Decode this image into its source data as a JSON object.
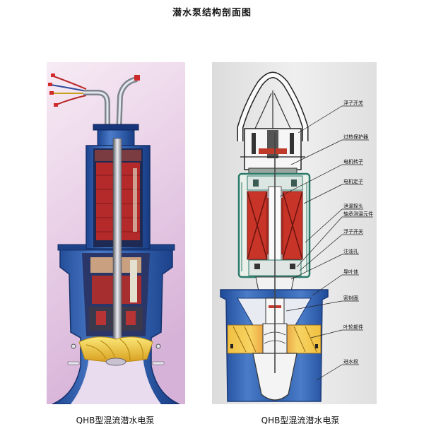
{
  "title": "潜水泵结构剖面图",
  "left_figure": {
    "caption": "QHB型混流潜水电泵"
  },
  "right_figure": {
    "caption": "QHB型混流潜水电泵",
    "labels": [
      "浮子开关",
      "过热保护器",
      "电机转子",
      "电机定子",
      "泄漏探头",
      "轴承测温元件",
      "浮子开关",
      "注油孔",
      "导叶体",
      "密封圈",
      "叶轮部件",
      "进水段"
    ]
  },
  "colors": {
    "pump_blue": "#2a5aa8",
    "motor_red": "#c83428",
    "impeller_yellow": "#f0c040",
    "housing_teal": "#2a7a6a",
    "left_background": "#e6c8e4",
    "right_background": "#e6e6e6"
  }
}
